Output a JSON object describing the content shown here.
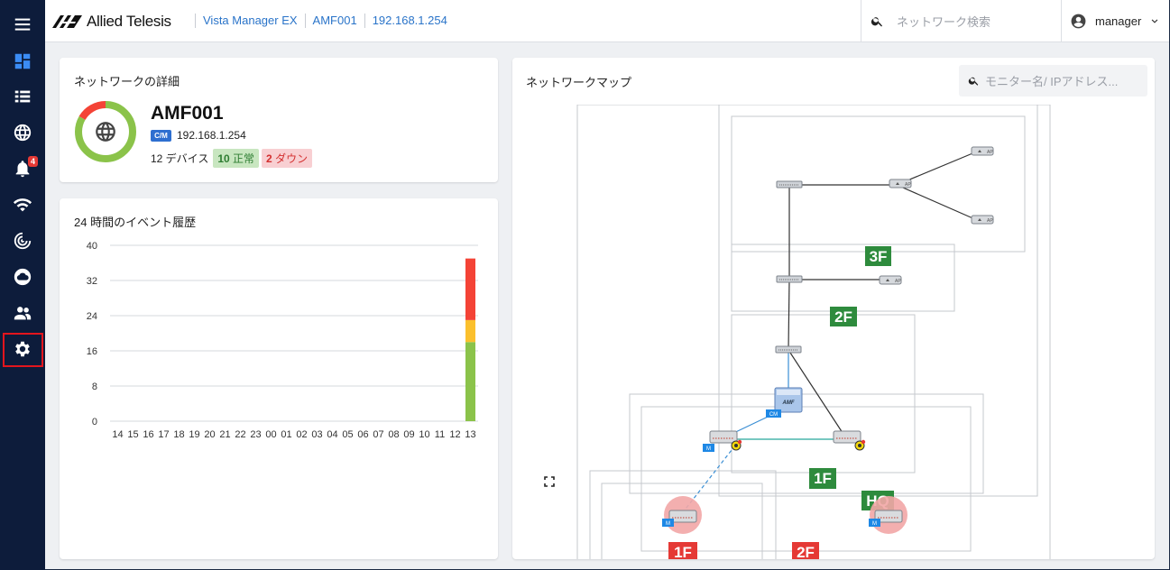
{
  "topbar": {
    "brand": "Allied Telesis",
    "breadcrumbs": [
      "Vista Manager EX",
      "AMF001",
      "192.168.1.254"
    ],
    "search_placeholder": "ネットワーク検索",
    "user_name": "manager"
  },
  "sidebar": {
    "items": [
      {
        "icon": "menu-icon"
      },
      {
        "icon": "dashboard-icon"
      },
      {
        "icon": "list-icon"
      },
      {
        "icon": "globe-icon"
      },
      {
        "icon": "bell-icon",
        "badge": "4"
      },
      {
        "icon": "wifi-icon"
      },
      {
        "icon": "radar-icon"
      },
      {
        "icon": "cloud-icon"
      },
      {
        "icon": "people-icon"
      },
      {
        "icon": "gear-icon",
        "selected": true
      }
    ]
  },
  "network_details": {
    "title": "ネットワークの詳細",
    "name": "AMF001",
    "cm_badge": "C/M",
    "ip": "192.168.1.254",
    "devices_label": "12 デバイス",
    "ok_count": "10",
    "ok_label": "正常",
    "down_count": "2",
    "down_label": "ダウン",
    "ring_fraction_ok": 0.833,
    "colors": {
      "ok": "#8bc34a",
      "down": "#f44336"
    }
  },
  "event_history": {
    "title": "24 時間のイベント履歴"
  },
  "chart_data": {
    "type": "bar",
    "stacked": true,
    "categories": [
      "14",
      "15",
      "16",
      "17",
      "18",
      "19",
      "20",
      "21",
      "22",
      "23",
      "00",
      "01",
      "02",
      "03",
      "04",
      "05",
      "06",
      "07",
      "08",
      "09",
      "10",
      "11",
      "12",
      "13"
    ],
    "series": [
      {
        "color": "#8bc34a",
        "values": [
          0,
          0,
          0,
          0,
          0,
          0,
          0,
          0,
          0,
          0,
          0,
          0,
          0,
          0,
          0,
          0,
          0,
          0,
          0,
          0,
          0,
          0,
          0,
          18
        ]
      },
      {
        "color": "#fbc02d",
        "values": [
          0,
          0,
          0,
          0,
          0,
          0,
          0,
          0,
          0,
          0,
          0,
          0,
          0,
          0,
          0,
          0,
          0,
          0,
          0,
          0,
          0,
          0,
          0,
          5
        ]
      },
      {
        "color": "#f44336",
        "values": [
          0,
          0,
          0,
          0,
          0,
          0,
          0,
          0,
          0,
          0,
          0,
          0,
          0,
          0,
          0,
          0,
          0,
          0,
          0,
          0,
          0,
          0,
          0,
          14
        ]
      }
    ],
    "yticks": [
      0,
      8,
      16,
      24,
      32,
      40
    ],
    "ylim": [
      0,
      40
    ],
    "grid": true
  },
  "network_map": {
    "title": "ネットワークマップ",
    "search_placeholder": "モニター名/ IPアドレス...",
    "floor_labels": [
      {
        "text": "3F",
        "color": "#2e8b3d"
      },
      {
        "text": "2F",
        "color": "#2e8b3d"
      },
      {
        "text": "1F",
        "color": "#2e8b3d"
      },
      {
        "text": "HQ",
        "color": "#2e8b3d"
      },
      {
        "text": "1F",
        "color": "#e53935"
      },
      {
        "text": "2F",
        "color": "#e53935"
      }
    ],
    "device_labels": {
      "ap": "AP",
      "amf": "AMF",
      "cm": "CM",
      "master": "M"
    }
  }
}
